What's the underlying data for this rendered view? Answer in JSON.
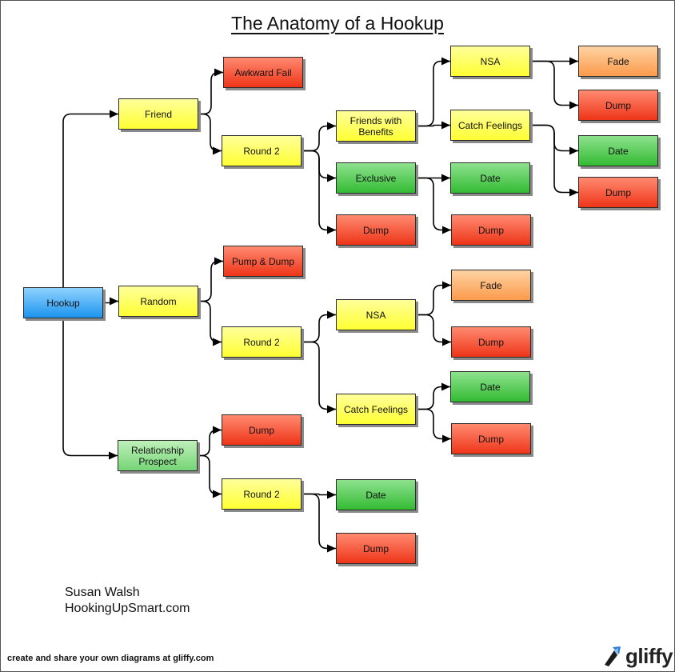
{
  "title": "The Anatomy of a Hookup",
  "author": {
    "name": "Susan Walsh",
    "site": "HookingUpSmart.com"
  },
  "footer": "create and share your own diagrams at gliffy.com",
  "logo_text": "gliffy",
  "colors": {
    "yellow": "#ffff33",
    "red": "#ee3418",
    "orange": "#fb9b4c",
    "green": "#33bb33",
    "light_green": "#75d475",
    "blue": "#1c94ee"
  },
  "nodes": [
    {
      "id": "hookup",
      "label": "Hookup",
      "color": "blue"
    },
    {
      "id": "friend",
      "label": "Friend",
      "color": "yellow"
    },
    {
      "id": "awkward-fail",
      "label": "Awkward Fail",
      "color": "red"
    },
    {
      "id": "friend-round2",
      "label": "Round 2",
      "color": "yellow"
    },
    {
      "id": "fwb",
      "label": "Friends with\nBenefits",
      "color": "yellow"
    },
    {
      "id": "fwb-nsa",
      "label": "NSA",
      "color": "yellow"
    },
    {
      "id": "fwb-nsa-fade",
      "label": "Fade",
      "color": "orange"
    },
    {
      "id": "fwb-nsa-dump",
      "label": "Dump",
      "color": "red"
    },
    {
      "id": "fwb-catch",
      "label": "Catch Feelings",
      "color": "yellow"
    },
    {
      "id": "fwb-catch-date",
      "label": "Date",
      "color": "green"
    },
    {
      "id": "fwb-catch-dump",
      "label": "Dump",
      "color": "red"
    },
    {
      "id": "exclusive",
      "label": "Exclusive",
      "color": "green"
    },
    {
      "id": "exclusive-date",
      "label": "Date",
      "color": "green"
    },
    {
      "id": "exclusive-dump",
      "label": "Dump",
      "color": "red"
    },
    {
      "id": "friend-round2-dump",
      "label": "Dump",
      "color": "red"
    },
    {
      "id": "random",
      "label": "Random",
      "color": "yellow"
    },
    {
      "id": "pump-dump",
      "label": "Pump & Dump",
      "color": "red"
    },
    {
      "id": "random-round2",
      "label": "Round 2",
      "color": "yellow"
    },
    {
      "id": "random-nsa",
      "label": "NSA",
      "color": "yellow"
    },
    {
      "id": "random-nsa-fade",
      "label": "Fade",
      "color": "orange"
    },
    {
      "id": "random-nsa-dump",
      "label": "Dump",
      "color": "red"
    },
    {
      "id": "random-catch",
      "label": "Catch Feelings",
      "color": "yellow"
    },
    {
      "id": "random-catch-date",
      "label": "Date",
      "color": "green"
    },
    {
      "id": "random-catch-dump",
      "label": "Dump",
      "color": "red"
    },
    {
      "id": "rel-prospect",
      "label": "Relationship\nProspect",
      "color": "light_green"
    },
    {
      "id": "rel-dump",
      "label": "Dump",
      "color": "red"
    },
    {
      "id": "rel-round2",
      "label": "Round 2",
      "color": "yellow"
    },
    {
      "id": "rel-round2-date",
      "label": "Date",
      "color": "green"
    },
    {
      "id": "rel-round2-dump",
      "label": "Dump",
      "color": "red"
    }
  ],
  "edges": [
    [
      "hookup",
      "friend"
    ],
    [
      "hookup",
      "random"
    ],
    [
      "hookup",
      "rel-prospect"
    ],
    [
      "friend",
      "awkward-fail"
    ],
    [
      "friend",
      "friend-round2"
    ],
    [
      "friend-round2",
      "fwb"
    ],
    [
      "friend-round2",
      "exclusive"
    ],
    [
      "friend-round2",
      "friend-round2-dump"
    ],
    [
      "fwb",
      "fwb-nsa"
    ],
    [
      "fwb",
      "fwb-catch"
    ],
    [
      "fwb-nsa",
      "fwb-nsa-fade"
    ],
    [
      "fwb-nsa",
      "fwb-nsa-dump"
    ],
    [
      "fwb-catch",
      "fwb-catch-date"
    ],
    [
      "fwb-catch",
      "fwb-catch-dump"
    ],
    [
      "exclusive",
      "exclusive-date"
    ],
    [
      "exclusive",
      "exclusive-dump"
    ],
    [
      "random",
      "pump-dump"
    ],
    [
      "random",
      "random-round2"
    ],
    [
      "random-round2",
      "random-nsa"
    ],
    [
      "random-round2",
      "random-catch"
    ],
    [
      "random-nsa",
      "random-nsa-fade"
    ],
    [
      "random-nsa",
      "random-nsa-dump"
    ],
    [
      "random-catch",
      "random-catch-date"
    ],
    [
      "random-catch",
      "random-catch-dump"
    ],
    [
      "rel-prospect",
      "rel-dump"
    ],
    [
      "rel-prospect",
      "rel-round2"
    ],
    [
      "rel-round2",
      "rel-round2-date"
    ],
    [
      "rel-round2",
      "rel-round2-dump"
    ]
  ]
}
